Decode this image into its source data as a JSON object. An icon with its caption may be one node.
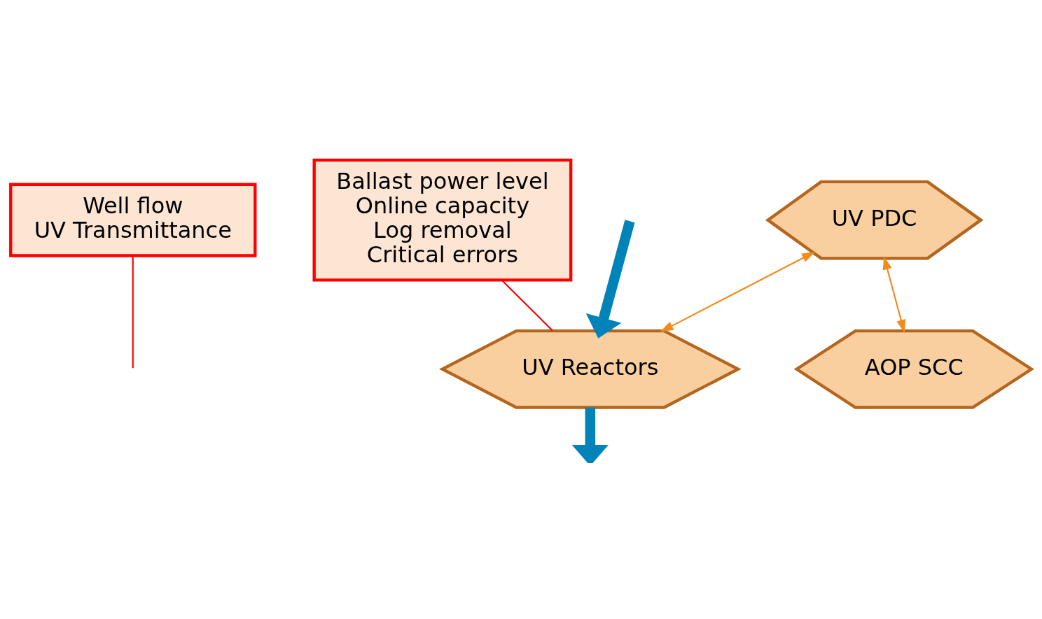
{
  "diagram": {
    "nodes": [
      {
        "text": [
          "Well flow",
          "UV Transmittance"
        ]
      },
      {
        "text": [
          "UV Reactors"
        ]
      },
      {
        "text": [
          "UV PDC"
        ]
      },
      {
        "text": [
          "AOP SCC"
        ]
      },
      {
        "text": [
          "Ballast power level",
          "Online capacity",
          "Log removal",
          "Critical errors"
        ]
      }
    ],
    "edges": [
      {
        "from": null,
        "to": 1,
        "arrow": "to",
        "style": "thick",
        "color": "#0083b8"
      },
      {
        "from": 0,
        "to": null,
        "arrow": "none",
        "color": "#ff0000"
      },
      {
        "from": 2,
        "to": 1,
        "arrow": "both",
        "color": "#f08c1e"
      },
      {
        "from": 1,
        "to": null,
        "arrow": "to",
        "style": "thick",
        "color": "#0083b8"
      },
      {
        "from": 4,
        "to": 1,
        "arrow": "none",
        "color": "#ff0000"
      },
      {
        "from": 2,
        "to": 3,
        "arrow": "both",
        "color": "#f08c1e"
      }
    ]
  }
}
